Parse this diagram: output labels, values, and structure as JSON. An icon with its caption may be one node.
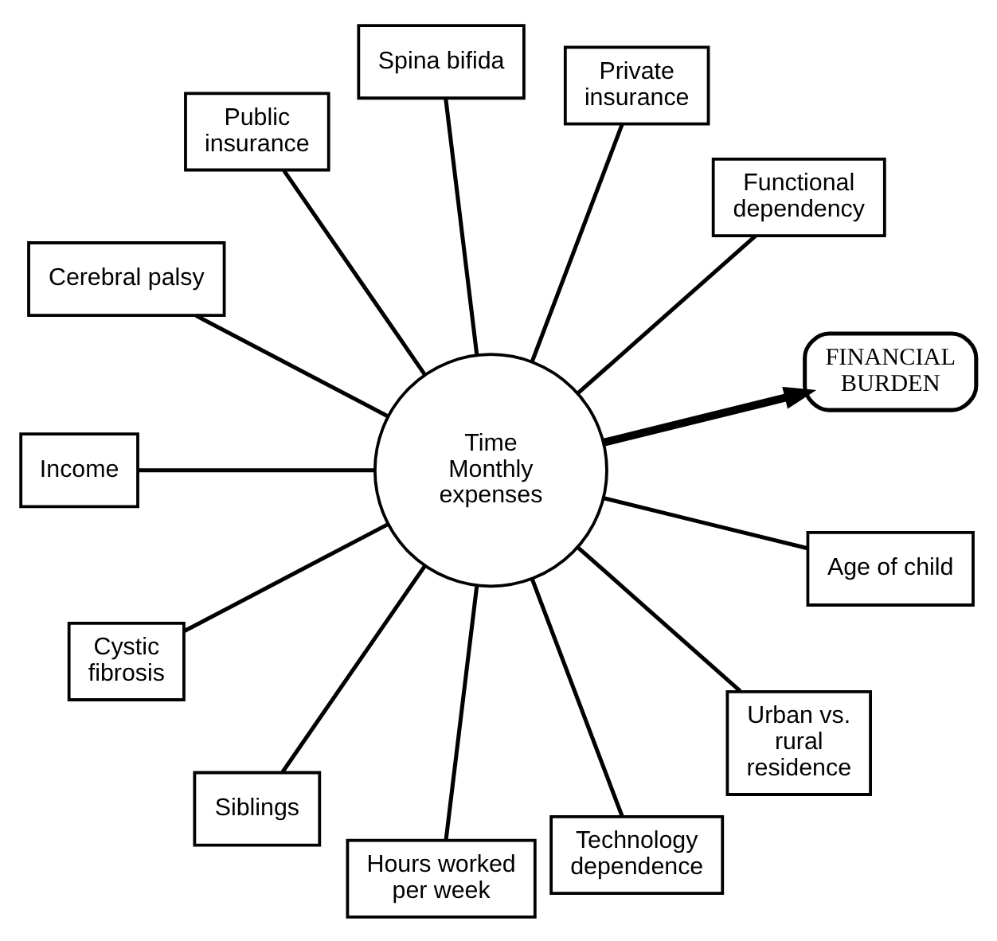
{
  "diagram": {
    "nodes": [
      {
        "text": [
          "Functional dependency"
        ]
      },
      {
        "text": [
          "Private insurance"
        ]
      },
      {
        "text": [
          "Spina bifida"
        ]
      },
      {
        "text": [
          "Public insurance"
        ]
      },
      {
        "text": [
          "Cerebral palsy"
        ]
      },
      {
        "text": [
          "Time",
          "Monthly expenses"
        ]
      },
      {
        "text": [
          "Income"
        ]
      },
      {
        "text": [
          "Cystic fibrosis"
        ]
      },
      {
        "text": [
          "Siblings"
        ]
      },
      {
        "text": [
          "FINANCIAL BURDEN"
        ]
      },
      {
        "text": [
          "Hours worked per week"
        ]
      },
      {
        "text": [
          "Technology dependence"
        ]
      },
      {
        "text": [
          "Urban vs. rural residence"
        ]
      },
      {
        "text": [
          "Age of child"
        ]
      }
    ],
    "edges": [
      {
        "from": 0,
        "to": 5,
        "arrow": "none"
      },
      {
        "from": 1,
        "to": 5,
        "arrow": "none"
      },
      {
        "from": 2,
        "to": 5,
        "arrow": "none"
      },
      {
        "from": 3,
        "to": 5,
        "arrow": "none"
      },
      {
        "from": 4,
        "to": 5,
        "arrow": "none"
      },
      {
        "from": 6,
        "to": 5,
        "arrow": "none"
      },
      {
        "from": 7,
        "to": 5,
        "arrow": "none"
      },
      {
        "from": 8,
        "to": 5,
        "arrow": "none"
      },
      {
        "from": 5,
        "to": 9,
        "arrow": "to",
        "style": "thick"
      },
      {
        "from": 10,
        "to": 5,
        "arrow": "none"
      },
      {
        "from": 11,
        "to": 5,
        "arrow": "none"
      },
      {
        "from": 12,
        "to": 5,
        "arrow": "none"
      },
      {
        "from": 13,
        "to": 5,
        "arrow": "none"
      }
    ]
  }
}
